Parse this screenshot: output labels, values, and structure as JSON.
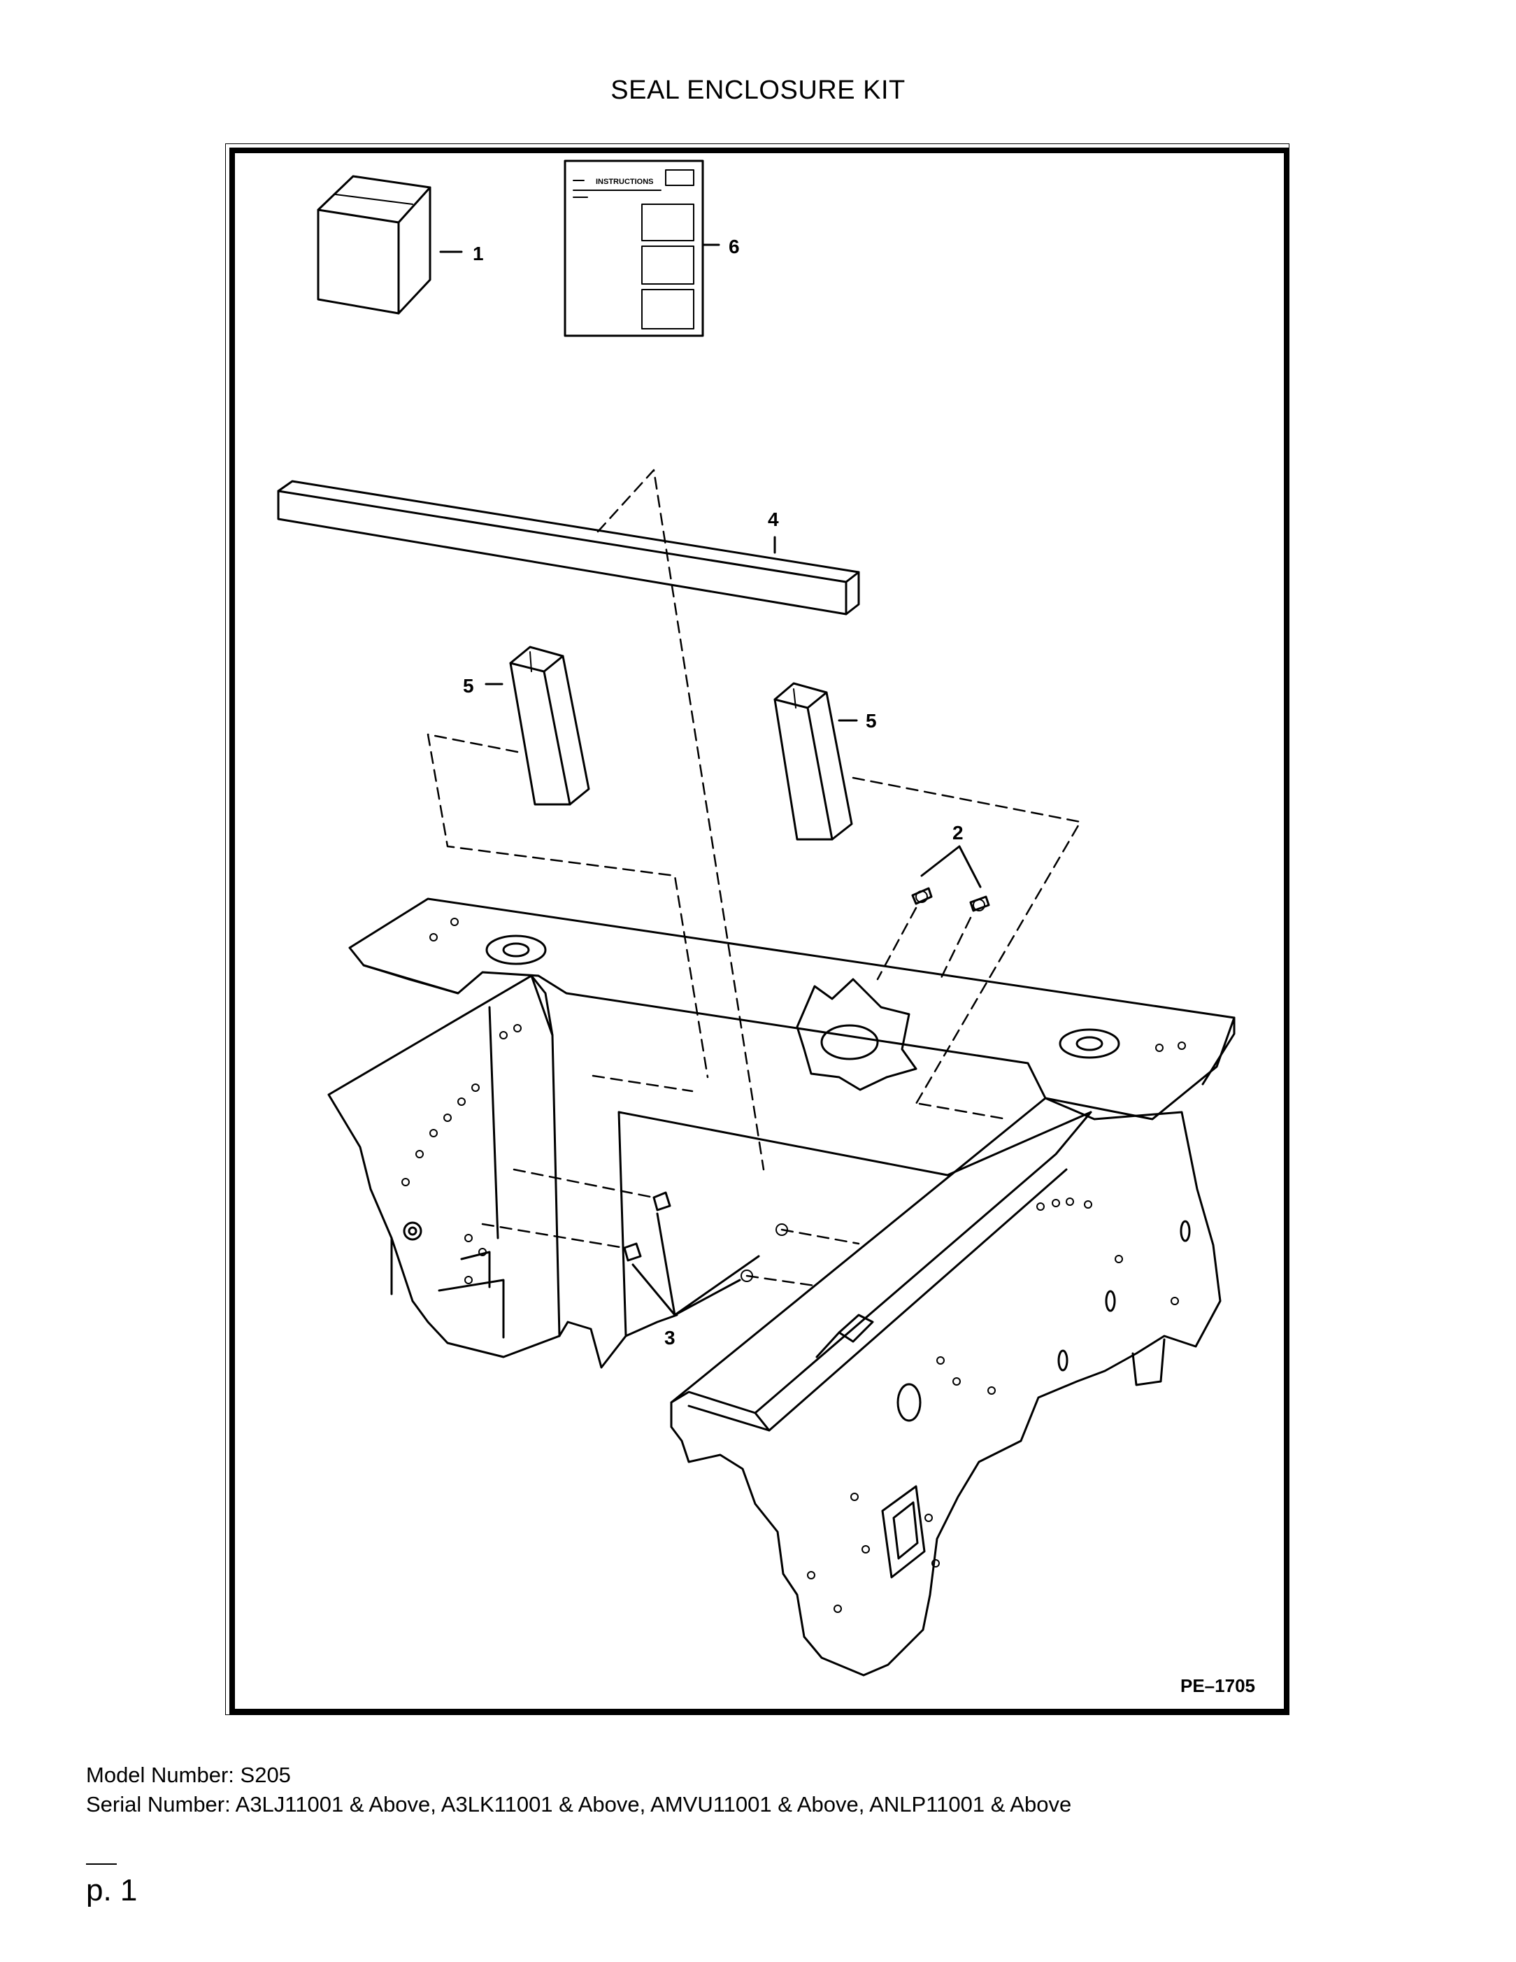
{
  "document": {
    "title": "SEAL ENCLOSURE KIT",
    "figure_id": "PE–1705",
    "model_line": "Model Number: S205",
    "serial_line": "Serial Number: A3LJ11001 & Above, A3LK11001 & Above, AMVU11001 & Above, ANLP11001 & Above",
    "page_label": "p. 1"
  },
  "diagram": {
    "instructions_sheet_label": "INSTRUCTIONS",
    "callouts": [
      "1",
      "2",
      "3",
      "4",
      "5",
      "5",
      "6"
    ]
  }
}
